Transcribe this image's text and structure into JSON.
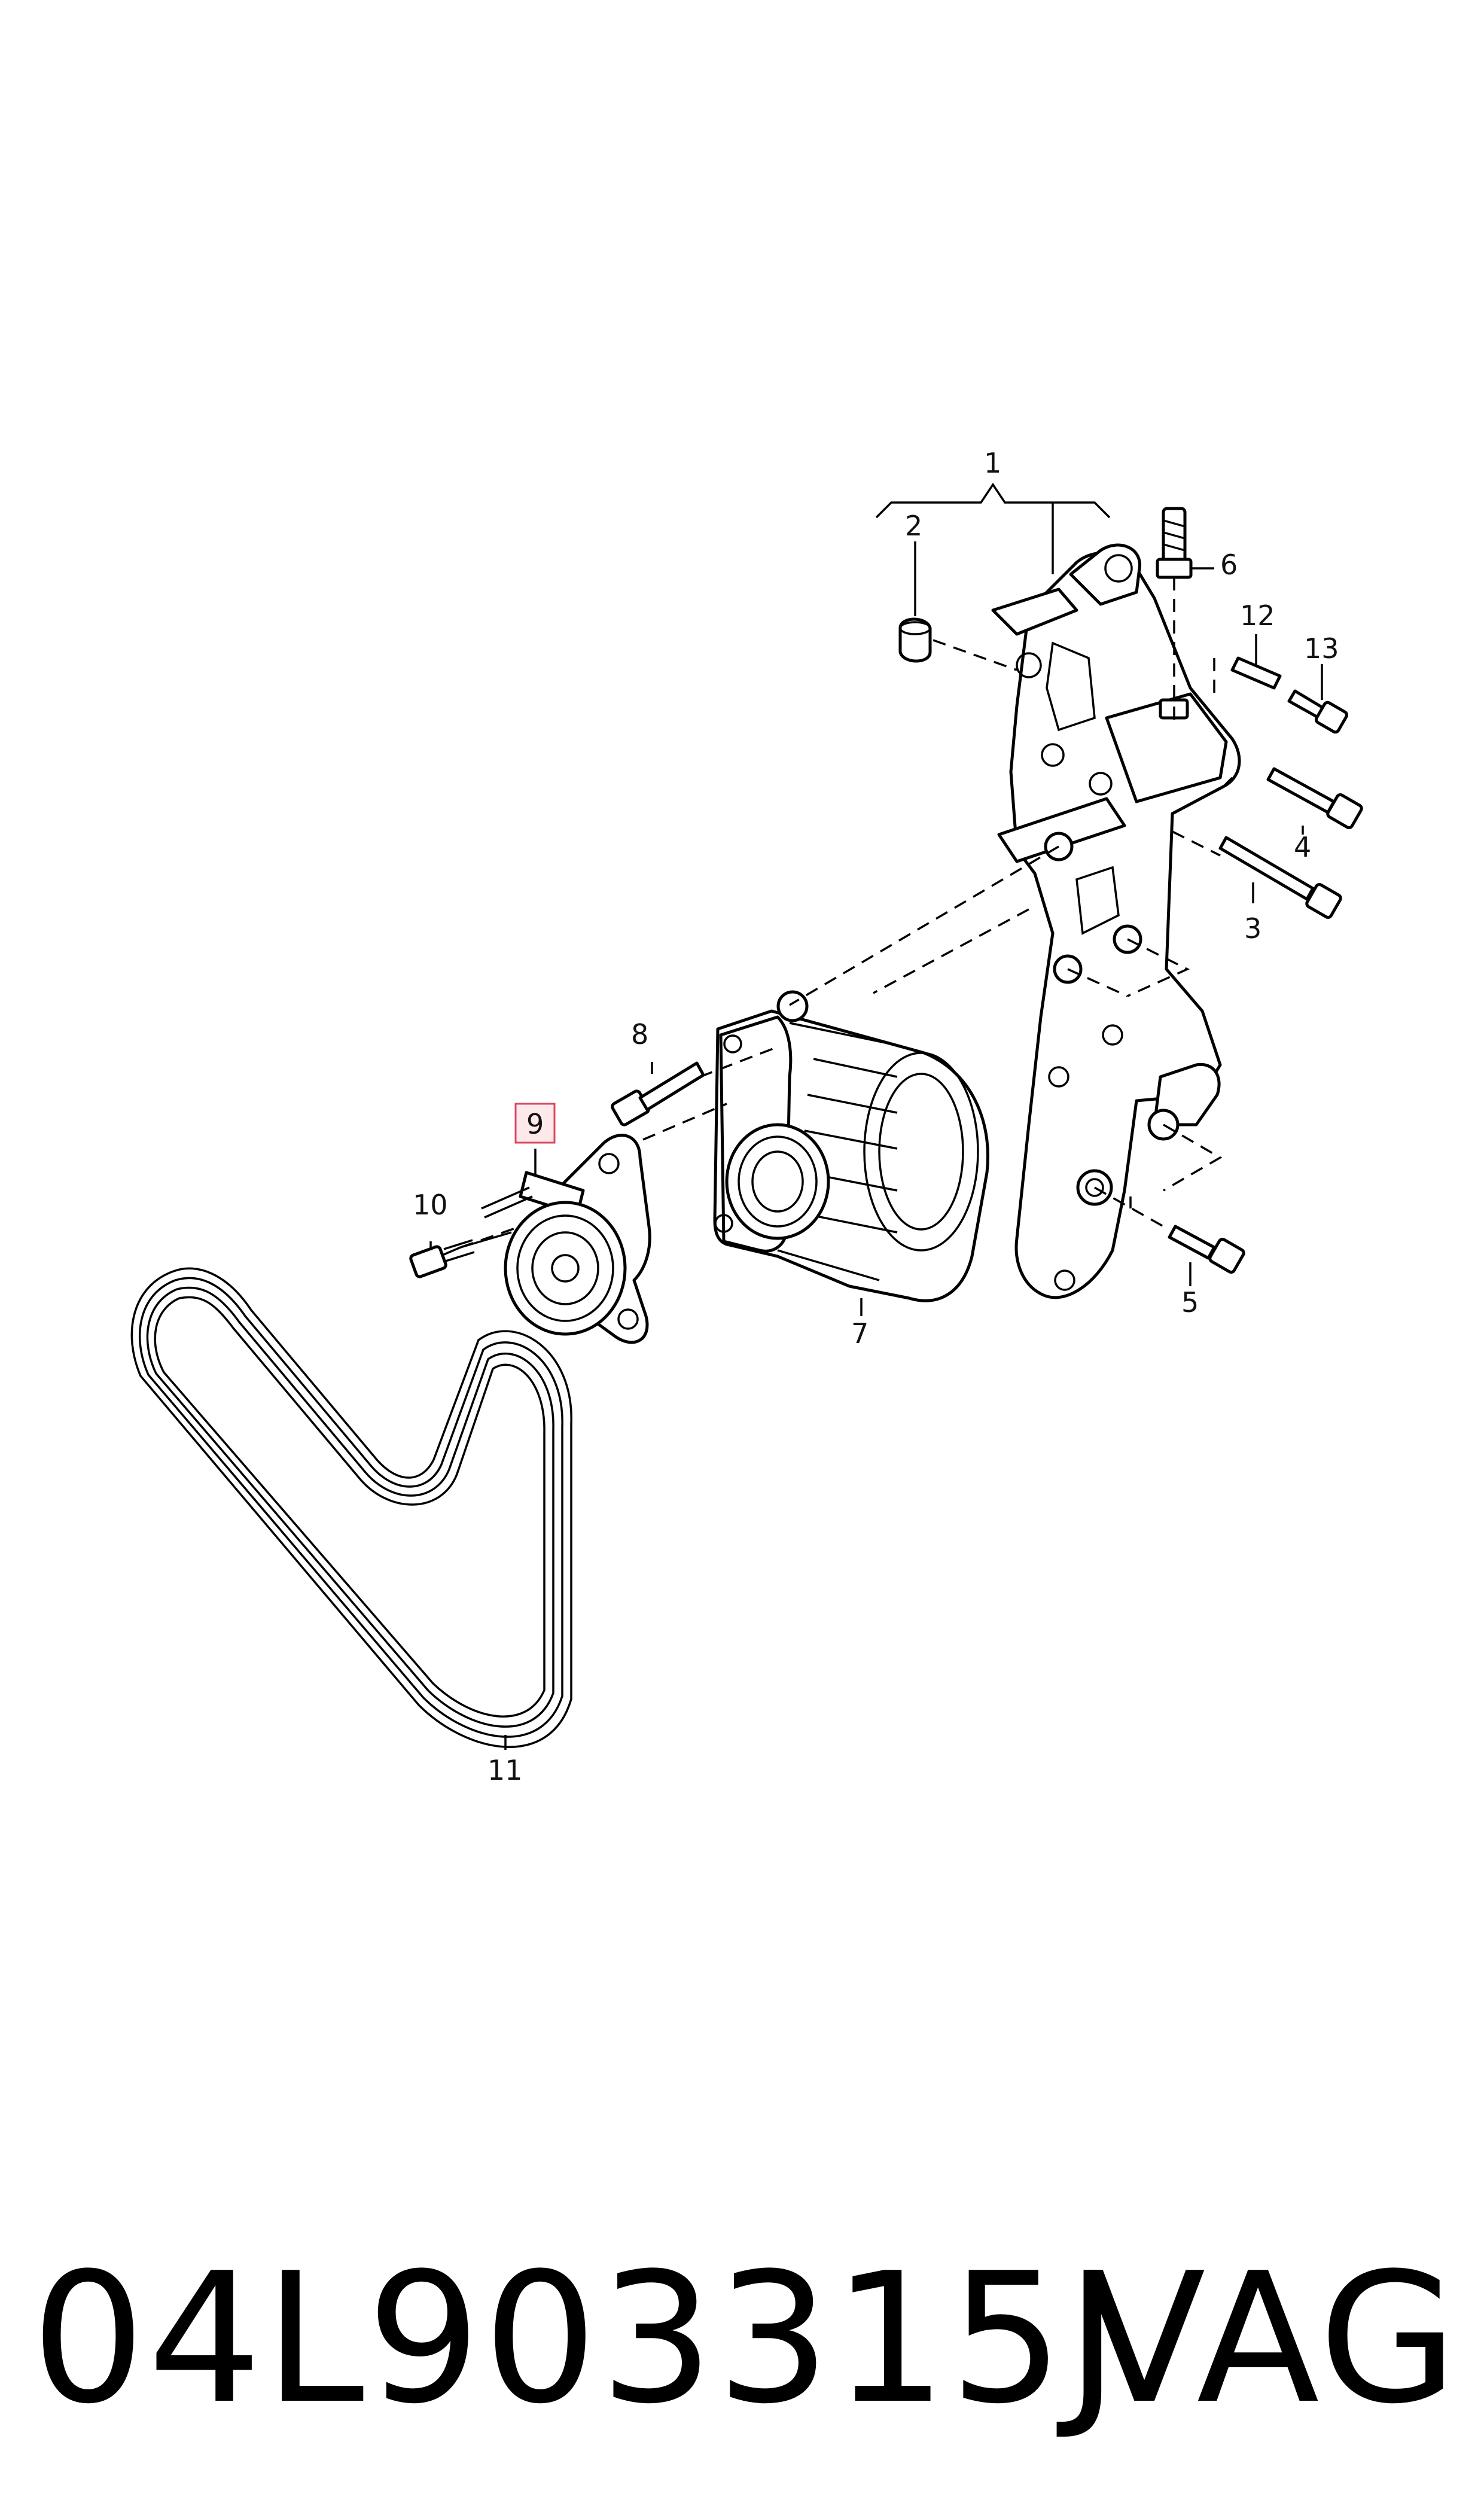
{
  "diagram": {
    "callouts": [
      "1",
      "2",
      "3",
      "4",
      "5",
      "6",
      "7",
      "8",
      "9",
      "10",
      "11",
      "12",
      "13"
    ],
    "highlighted_callout": "9"
  },
  "footer": {
    "part_number": "04L903315J",
    "brand": "VAG"
  }
}
